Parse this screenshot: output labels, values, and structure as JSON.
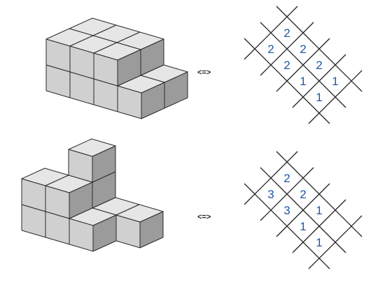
{
  "colors": {
    "top_face": "#e6e6e6",
    "front_face": "#d0d0d0",
    "right_face": "#9b9b9b",
    "number": "#1f57a8",
    "line": "#222222"
  },
  "puzzles": [
    {
      "arrow": "<=>",
      "cubes": [
        [
          0,
          0,
          0
        ],
        [
          0,
          1,
          0
        ],
        [
          0,
          2,
          0
        ],
        [
          0,
          3,
          0
        ],
        [
          1,
          0,
          0
        ],
        [
          1,
          1,
          0
        ],
        [
          1,
          2,
          0
        ],
        [
          1,
          3,
          0
        ],
        [
          0,
          0,
          1
        ],
        [
          0,
          1,
          1
        ],
        [
          0,
          2,
          1
        ],
        [
          1,
          0,
          1
        ],
        [
          1,
          1,
          1
        ],
        [
          1,
          2,
          1
        ]
      ],
      "cells": [
        {
          "row": 0,
          "col": 0,
          "value": "2"
        },
        {
          "row": 0,
          "col": 1,
          "value": "2"
        },
        {
          "row": 0,
          "col": 2,
          "value": "2"
        },
        {
          "row": 0,
          "col": 3,
          "value": "1"
        },
        {
          "row": 1,
          "col": 0,
          "value": "2"
        },
        {
          "row": 1,
          "col": 1,
          "value": "2"
        },
        {
          "row": 1,
          "col": 2,
          "value": "1"
        },
        {
          "row": 1,
          "col": 3,
          "value": "1"
        }
      ]
    },
    {
      "arrow": "<=>",
      "cubes": [
        [
          0,
          0,
          0
        ],
        [
          0,
          1,
          0
        ],
        [
          0,
          2,
          0
        ],
        [
          1,
          0,
          0
        ],
        [
          1,
          1,
          0
        ],
        [
          1,
          2,
          0
        ],
        [
          1,
          3,
          0
        ],
        [
          0,
          0,
          1
        ],
        [
          0,
          1,
          1
        ],
        [
          1,
          1,
          1
        ],
        [
          1,
          1,
          2
        ]
      ],
      "cells": [
        {
          "row": 0,
          "col": 0,
          "value": "2"
        },
        {
          "row": 0,
          "col": 1,
          "value": "2"
        },
        {
          "row": 0,
          "col": 2,
          "value": "1"
        },
        {
          "row": 1,
          "col": 0,
          "value": "3"
        },
        {
          "row": 1,
          "col": 1,
          "value": "3"
        },
        {
          "row": 1,
          "col": 2,
          "value": "1"
        },
        {
          "row": 1,
          "col": 3,
          "value": "1"
        },
        {
          "row": 0,
          "col": 3,
          "value": ""
        }
      ]
    }
  ]
}
